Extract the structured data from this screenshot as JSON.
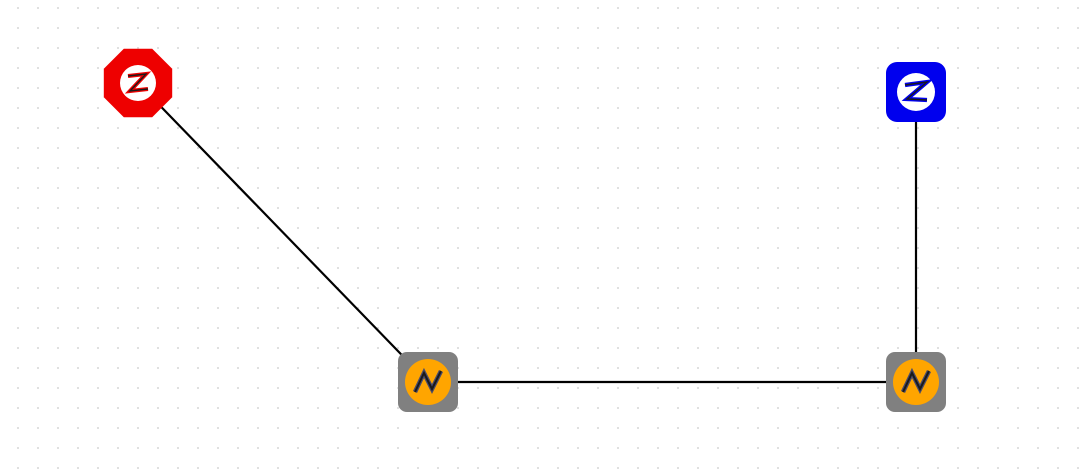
{
  "colors": {
    "background": "#ffffff",
    "grid_dot": "#d6d6d6",
    "link": "#000000",
    "source_node": "#ee0000",
    "target_node": "#0000ee",
    "relay_frame": "#808080",
    "relay_fill": "#ffa500",
    "glyph_dark": "#1a1a1a",
    "glyph_light": "#ffffff"
  },
  "nodes": [
    {
      "id": "n1",
      "kind": "source",
      "icon": "red-octagon-lightning-icon"
    },
    {
      "id": "n2",
      "kind": "target",
      "icon": "blue-square-lightning-icon"
    },
    {
      "id": "n3",
      "kind": "relay",
      "icon": "orange-relay-lightning-icon"
    },
    {
      "id": "n4",
      "kind": "relay",
      "icon": "orange-relay-lightning-icon"
    }
  ],
  "links": [
    {
      "from": "n1",
      "to": "n3"
    },
    {
      "from": "n3",
      "to": "n4"
    },
    {
      "from": "n4",
      "to": "n2"
    }
  ]
}
